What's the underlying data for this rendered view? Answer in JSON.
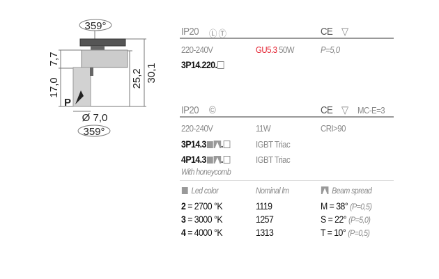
{
  "drawing": {
    "rotation_top": "359°",
    "rotation_bottom": "359°",
    "dim_7_7": "7,7",
    "dim_17_0": "17,0",
    "dim_25_2": "25,2",
    "dim_30_1": "30,1",
    "diameter": "Ø 7,0",
    "p_label": "P"
  },
  "section1": {
    "ip": "IP20",
    "icons": "Ⓛ Ⓣ",
    "ce": "CE",
    "f_mark": "▽",
    "voltage": "220-240V",
    "lamp": "GU5.3",
    "power": "50W",
    "p": "P=5,0",
    "code": "3P14.220."
  },
  "section2": {
    "ip": "IP20",
    "icon": "©",
    "ce": "CE",
    "f_mark": "▽",
    "mce": "MC-E=3",
    "voltage": "220-240V",
    "power": "11W",
    "cri": "CRI>90",
    "variants": [
      {
        "code": "3P14.3",
        "driver": "IGBT Triac"
      },
      {
        "code": "4P14.3",
        "driver": "IGBT Triac"
      }
    ],
    "note": "With honeycomb"
  },
  "table": {
    "headers": [
      "Led color",
      "Nominal lm",
      "Beam spread"
    ],
    "rows": [
      {
        "key": "2",
        "color": "= 2700 °K",
        "lm": "1119",
        "beam": "M = 38°",
        "p": "(P=0,5)"
      },
      {
        "key": "3",
        "color": "= 3000 °K",
        "lm": "1257",
        "beam": "S = 22°",
        "p": "(P=5,0)"
      },
      {
        "key": "4",
        "color": "= 4000 °K",
        "lm": "1313",
        "beam": "T = 10°",
        "p": "(P=0,5)"
      }
    ]
  }
}
